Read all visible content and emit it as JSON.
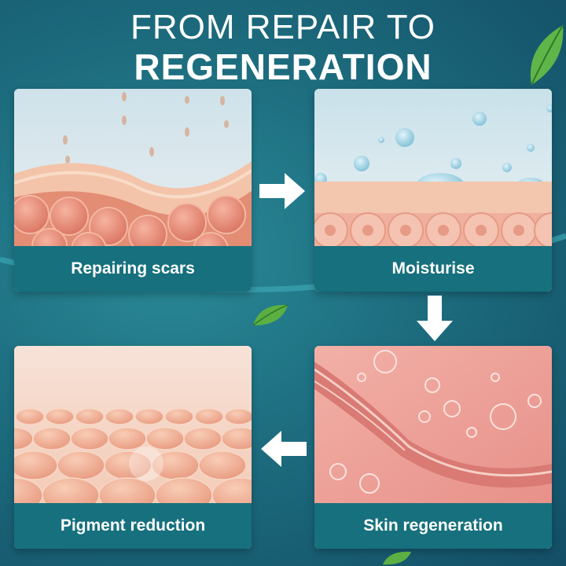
{
  "title": {
    "line1": "FROM REPAIR TO",
    "line2": "REGENERATION"
  },
  "steps": [
    {
      "caption": "Repairing scars"
    },
    {
      "caption": "Moisturise"
    },
    {
      "caption": "Skin regeneration"
    },
    {
      "caption": "Pigment reduction"
    }
  ],
  "colors": {
    "caption_bg": "#16707d",
    "background": "#1d6d7f",
    "text": "#ffffff"
  },
  "icons": [
    "arrow-right-icon",
    "arrow-down-icon",
    "arrow-left-icon",
    "leaf-icon"
  ]
}
